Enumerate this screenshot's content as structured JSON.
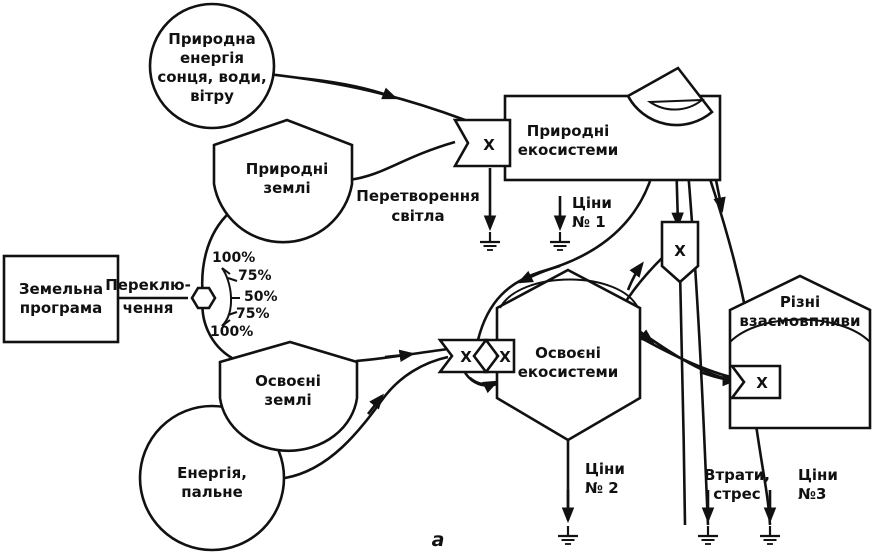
{
  "labels": {
    "natural_energy": [
      "Природна",
      "енергія",
      "сонця, води,",
      "вітру"
    ],
    "natural_lands": [
      "Природні",
      "землі"
    ],
    "natural_ecosystems": [
      "Природні",
      "екосистеми"
    ],
    "light_conversion": [
      "Перетворення",
      "світла"
    ],
    "prices_1": [
      "Ціни",
      "№ 1"
    ],
    "land_program": [
      "Земельна",
      "програма"
    ],
    "switching": [
      "Переклю-",
      "чення"
    ],
    "percents": [
      "100%",
      "75%",
      "50%",
      "75%",
      "100%"
    ],
    "developed_lands": [
      "Освоєні",
      "землі"
    ],
    "developed_ecosystems": [
      "Освоєні",
      "екосистеми"
    ],
    "energy_fuel": [
      "Енергія,",
      "пальне"
    ],
    "prices_2": [
      "Ціни",
      "№ 2"
    ],
    "losses": [
      "Втрати,",
      "стрес"
    ],
    "prices_3": [
      "Ціни",
      "№3"
    ],
    "interactions": [
      "Різні",
      "взаємовпливи"
    ],
    "multiplier_symbol": "X",
    "figure_letter": "а"
  }
}
